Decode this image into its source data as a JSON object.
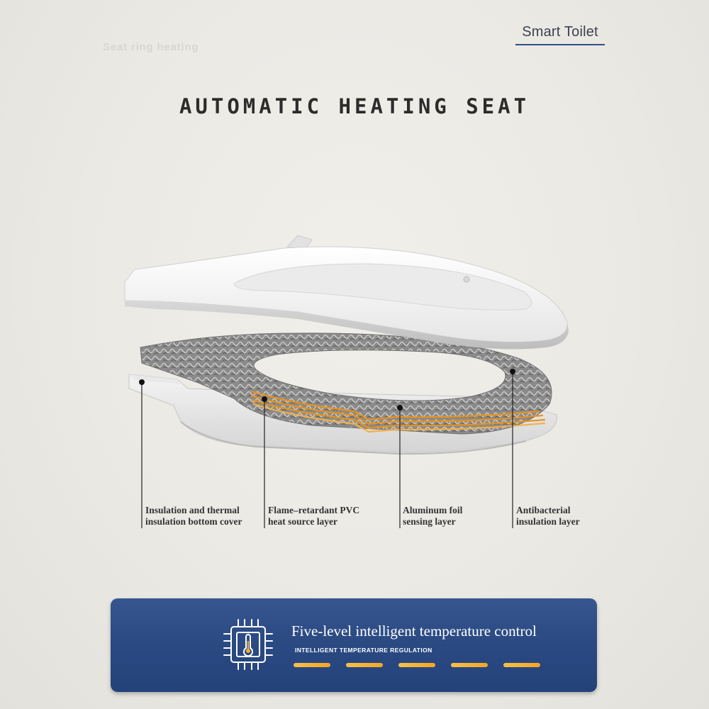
{
  "header": {
    "brand": "Smart Toilet",
    "subtitle": "Seat ring heating",
    "headline": "AUTOMATIC HEATING SEAT"
  },
  "layers": [
    {
      "label": "Insulation and thermal\ninsulation bottom cover"
    },
    {
      "label": "Flame–retardant PVC\nheat source layer"
    },
    {
      "label": "Aluminum foil\nsensing layer"
    },
    {
      "label": "Antibacterial\ninsulation layer"
    }
  ],
  "feature": {
    "title": "Five-level intelligent temperature control",
    "subtitle": "INTELLIGENT TEMPERATURE REGULATION",
    "levels": 5,
    "icon": "thermometer-chip-icon",
    "accent": "#f4b233",
    "panel_color": "#2b4a83"
  }
}
